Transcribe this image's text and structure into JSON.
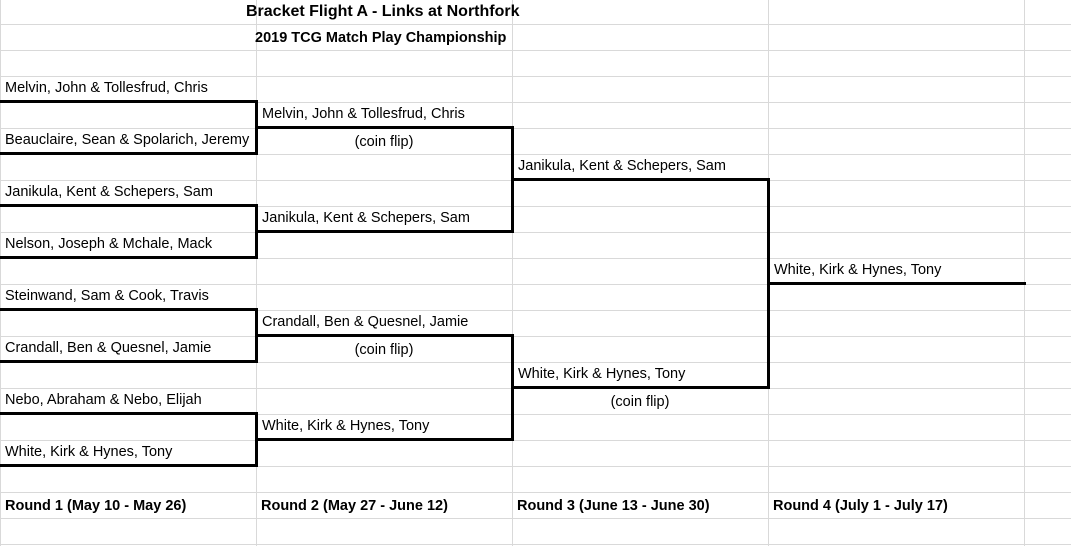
{
  "header": {
    "title": "Bracket Flight A - Links at Northfork",
    "subtitle": "2019 TCG Match Play Championship"
  },
  "round1": [
    "Melvin, John & Tollesfrud, Chris",
    "Beauclaire, Sean & Spolarich, Jeremy",
    "Janikula, Kent & Schepers, Sam",
    "Nelson, Joseph & Mchale, Mack",
    "Steinwand, Sam & Cook, Travis",
    "Crandall, Ben & Quesnel, Jamie",
    "Nebo, Abraham & Nebo, Elijah",
    "White, Kirk & Hynes, Tony"
  ],
  "round2": [
    "Melvin, John & Tollesfrud, Chris",
    "Janikula, Kent & Schepers, Sam",
    "Crandall, Ben & Quesnel, Jamie",
    "White, Kirk & Hynes, Tony"
  ],
  "round3": [
    "Janikula, Kent & Schepers, Sam",
    "White, Kirk & Hynes, Tony"
  ],
  "round4": [
    "White, Kirk & Hynes, Tony"
  ],
  "notes": {
    "coin_flip_1": "(coin flip)",
    "coin_flip_2": "(coin flip)",
    "coin_flip_3": "(coin flip)"
  },
  "rounds": {
    "r1": "Round 1 (May 10 - May 26)",
    "r2": "Round 2 (May 27 - June 12)",
    "r3": "Round 3 (June 13 - June 30)",
    "r4": "Round 4 (July 1 - July 17)"
  }
}
